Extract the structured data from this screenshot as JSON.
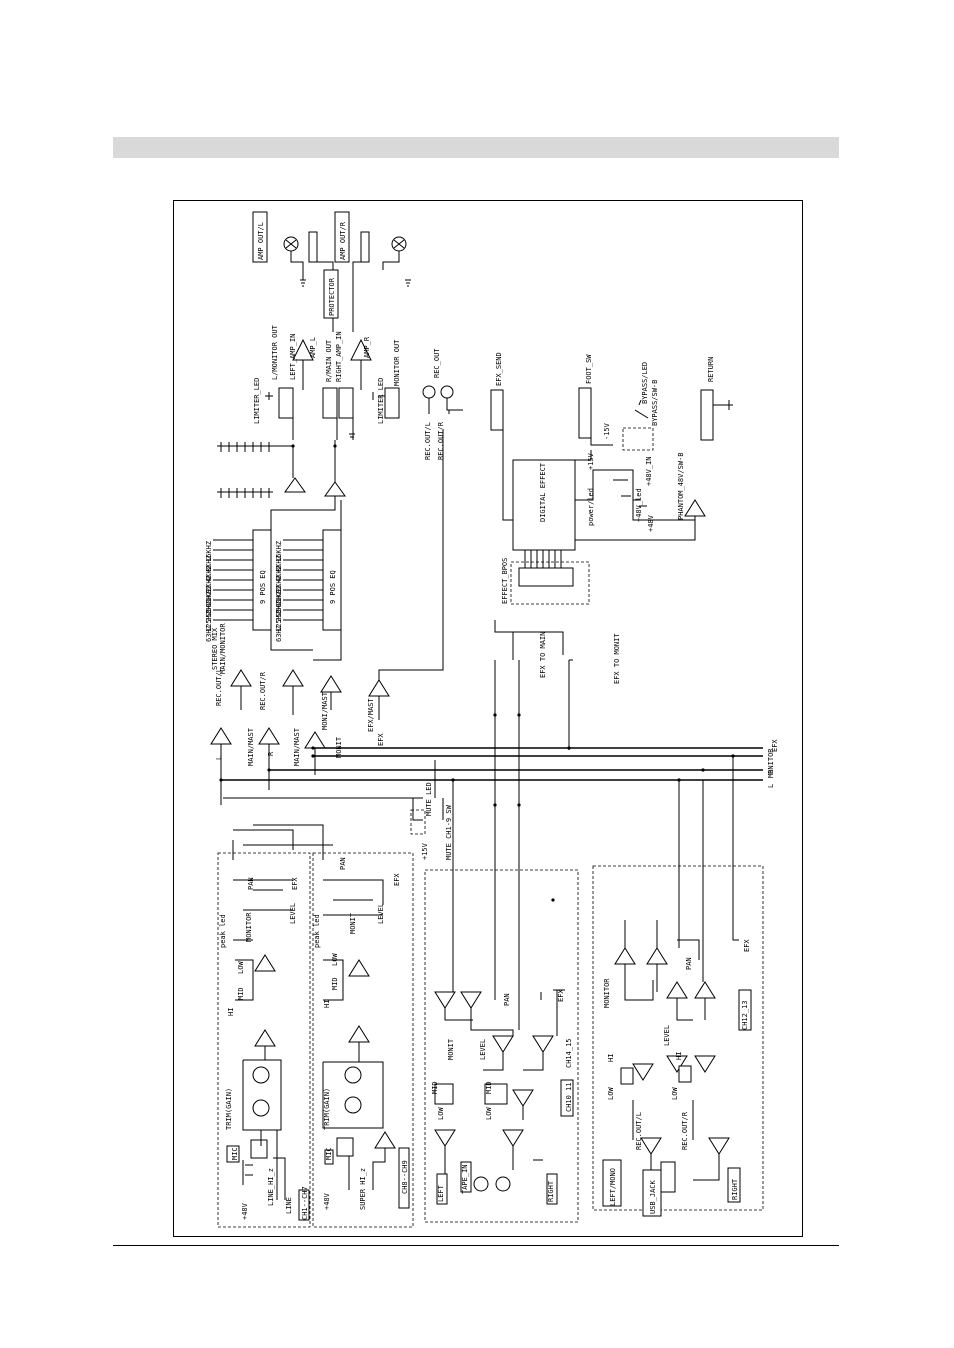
{
  "page": {
    "header_bar_color": "#d9d9d9"
  },
  "diagram": {
    "type": "block-schematic",
    "labels": {
      "amp_out_l": "AMP OUT/L",
      "amp_out_r": "AMP OUT/R",
      "protector": "PROTECTOR",
      "l_monitor_out": "L/MONITOR OUT",
      "left_amp_in": "LEFT_AMP_IN",
      "amp_l": "AMP_L",
      "r_main_out": "R/MAIN OUT",
      "right_amp_in": "RIGHT_AMP_IN",
      "amp_r": "AMP_R",
      "monitor_out": "MONITOR OUT",
      "limiter_led_1": "LIMITER_LED",
      "limiter_led_2": "LIMITER_LED",
      "rec_out": "REC_OUT",
      "rec_out_l": "REC.OUT/L",
      "rec_out_r": "REC.OUT/R",
      "efx_send": "EFX_SEND",
      "foot_sw": "FOOT_SW",
      "bypass_led": "BYPASS/LED",
      "bypass_sw_b": "BYPASS/SW-B",
      "return": "RETURN",
      "minus15v": "-15V",
      "plus15v": "+15V",
      "plus48v_in": "+48V_IN",
      "phantom": "PHANTOM_48V/SW-B",
      "power_led": "power/led",
      "plus48v_led": "+48V_led",
      "plus48v": "+48V",
      "digital_effect": "DIGITAL EFFECT",
      "effect_bpos": "EFFECT_BPOS",
      "eq_left": "9 POS EQ",
      "eq_right": "9 POS EQ",
      "stereo_mix": "STEREO MIX",
      "main_monitor": "MAIN/MONITOR",
      "efx_to_main": "EFX TO MAIN",
      "efx_to_monit": "EFX TO MONIT",
      "main_mast_1": "MAIN/MAST",
      "main_mast_2": "MAIN/MAST",
      "monit_mast": "MONI/MAST",
      "efx_mast": "EFX/MAST",
      "monit": "MONIT",
      "efx": "EFX",
      "l": "L",
      "r": "R",
      "bus_efx": "EFX",
      "bus_monitor": "MONITOR",
      "bus_r": "R",
      "bus_l": "L",
      "mute_led": "MUTE LED",
      "mute_sw": "MUTE CH1-9 SW",
      "mute_15v": "+15V",
      "trim_gain_1": "TRIM(GAIN)",
      "trim_gain_2": "TRIM(GAIN)",
      "mic_1": "MIC",
      "mic_2": "MIC",
      "line_hi_z": "LINE_HI_z",
      "line": "LINE",
      "ch1_ch7": "CH1--CH7",
      "super_hi_z": "SUPER HI_z",
      "ch8_ch9": "CH8--CH9",
      "plus48v_a": "+48V",
      "plus48v_b": "+48V",
      "hi_1": "HI",
      "mid_1": "MID",
      "low_1": "LOW",
      "hi_2": "HI",
      "mid_2": "MID",
      "low_2": "LOW",
      "peak_led_1": "peak led",
      "peak_led_2": "peak led",
      "monitor_1": "MONITOR",
      "monit_2": "MONIT",
      "level_1": "LEVEL",
      "level_2": "LEVEL",
      "pan_1": "PAN",
      "pan_2": "PAN",
      "efx_1": "EFX",
      "efx_2": "EFX",
      "left_3": "LEFT",
      "tape_in": "TAPE_IN",
      "right_3": "RIGHT",
      "ch10_11": "CH10_11",
      "ch14_15": "CH14_15",
      "low_3": "LOW",
      "mid_3": "MID",
      "low_4": "LOW",
      "mid_4": "MID",
      "monit_3": "MONIT",
      "level_3": "LEVEL",
      "pan_3": "PAN",
      "efx_3": "EFX",
      "left_mono": "LEFT/MONO",
      "usb_jack": "USB_JACK",
      "right_4": "RIGHT",
      "rec_out_l_4": "REC.OUT/L",
      "rec_out_r_4": "REC.OUT/R",
      "low_5": "LOW",
      "hi_5": "HI",
      "low_6": "LOW",
      "hi_6": "HI",
      "level_4": "LEVEL",
      "monitor_4": "MONITOR",
      "pan_4": "PAN",
      "efx_4": "EFX",
      "ch12_13": "CH12_13"
    },
    "eq_bands_left": [
      "16KHZ",
      "8KHZ",
      "4KHZ",
      "2KHZ",
      "1KHZ",
      "500HZ",
      "250HZ",
      "125HZ",
      "63HZ"
    ],
    "eq_bands_right": [
      "16KHZ",
      "8KHZ",
      "4KHZ",
      "2KHZ",
      "1KHZ",
      "500HZ",
      "250HZ",
      "125HZ",
      "63HZ"
    ]
  }
}
